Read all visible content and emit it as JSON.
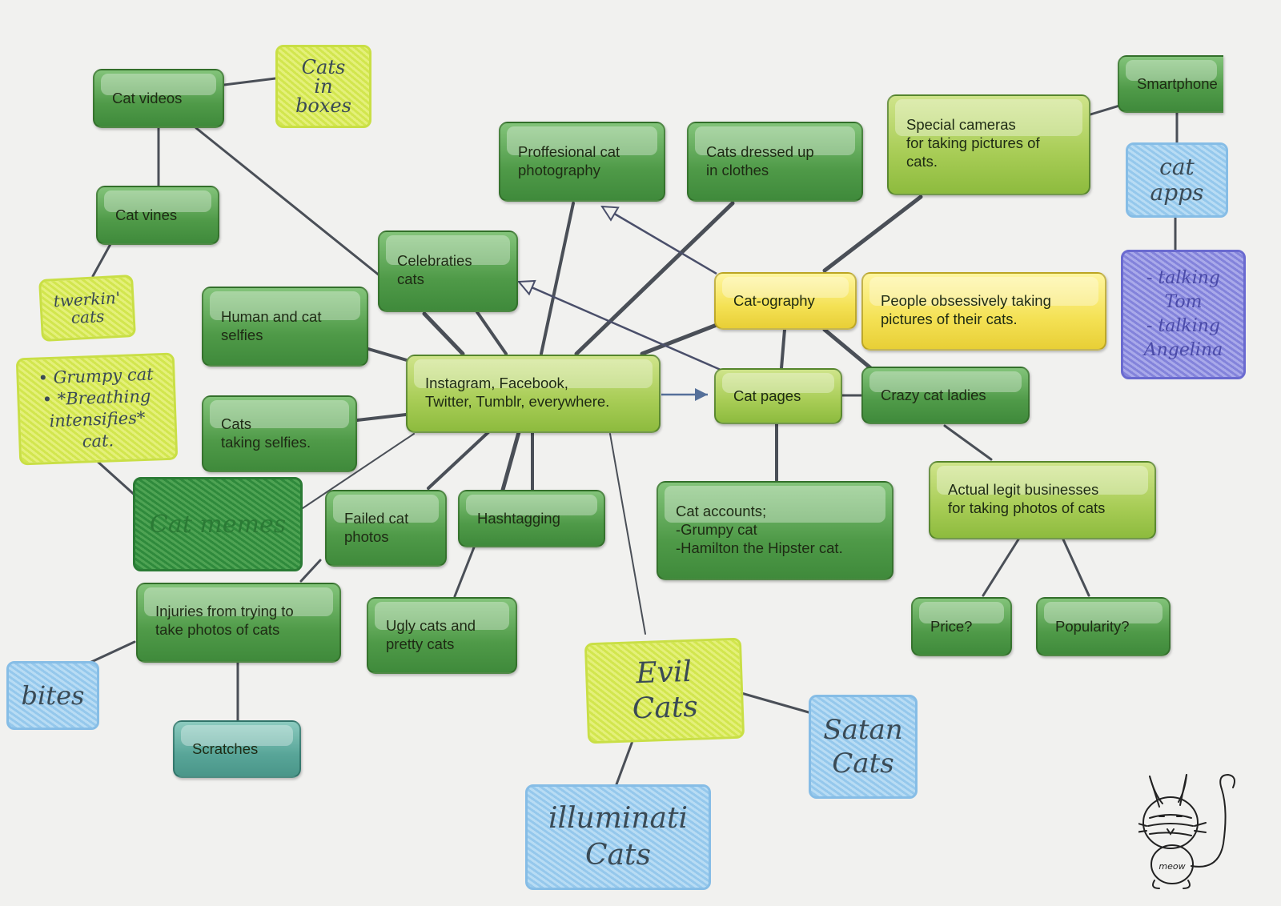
{
  "diagram": {
    "boxes": {
      "cat_videos": "Cat videos",
      "cat_vines": "Cat vines",
      "prof_photo": "Proffesional cat\nphotography",
      "dressed": "Cats dressed up\nin clothes",
      "special_cameras": "Special cameras\nfor taking pictures of\ncats.",
      "smartphone": "Smartphone",
      "celebrities": "Celebraties\ncats",
      "human_selfies": "Human and cat\nselfies",
      "catography": "Cat-ography",
      "definition": "People obsessively taking\npictures of their cats.",
      "platforms": "Instagram, Facebook,\nTwitter, Tumblr, everywhere.",
      "cat_pages": "Cat pages",
      "crazy_ladies": "Crazy cat ladies",
      "taking_selfies": "Cats\ntaking selfies.",
      "failed": "Failed cat\nphotos",
      "hashtag": "Hashtagging",
      "cat_accounts": "Cat accounts;\n-Grumpy cat\n-Hamilton the Hipster cat.",
      "businesses": "Actual legit businesses\nfor taking photos of cats",
      "injuries": "Injuries from trying to\ntake photos of cats",
      "ugly": "Ugly cats and\npretty cats",
      "price": "Price?",
      "popularity": "Popularity?",
      "scratches": "Scratches"
    },
    "notes": {
      "cats_in_boxes": "Cats\nin\nboxes",
      "twerkin": "twerkin'\ncats",
      "grumpy_list": "• Grumpy cat\n• *Breathing\nintensifies*\ncat.",
      "cat_memes": "Cat memes",
      "bites": "bites",
      "cat_apps": "cat\napps",
      "talking": "- talking\nTom\n- talking\nAngelina",
      "evil_cats": "Evil\nCats",
      "satan_cats": "Satan\nCats",
      "illuminati": "illuminati\nCats",
      "meow": "meow"
    }
  },
  "colors": {
    "dark_green": "#4f9a48",
    "light_green": "#a7cc55",
    "yellow": "#f4e154",
    "teal": "#58a598",
    "line": "#4a4f57"
  }
}
